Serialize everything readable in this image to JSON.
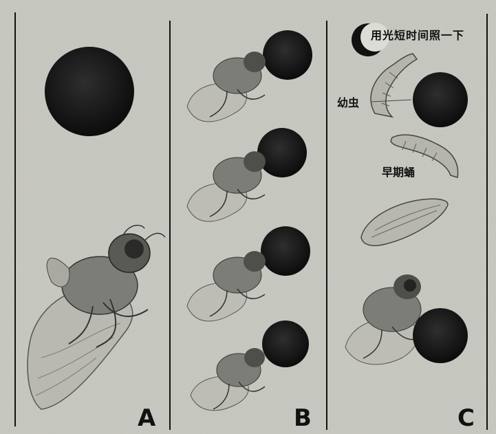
{
  "panels": [
    {
      "letter": "A"
    },
    {
      "letter": "B"
    },
    {
      "letter": "C"
    }
  ],
  "annotations": {
    "light_note": "用光短时间照一下",
    "larva": "幼虫",
    "early_pupa": "早期蛹"
  },
  "colors": {
    "background": "#d8d8d2",
    "line": "#111111",
    "dark_disc": "#1a1a1a",
    "insect": "#8c8c86"
  }
}
